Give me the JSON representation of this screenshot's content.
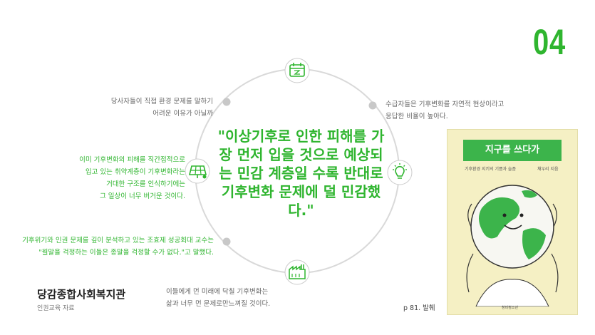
{
  "page_number": "04",
  "quote": "\"이상기후로 인한 피해를 가장 먼저 입을 것으로 예상되는 민감 계층일 수록 반대로 기후변화 문제에 덜 민감했다.\"",
  "notes": {
    "top_left": [
      "당사자들이 직접 환경 문제를 말하기",
      "어려운 이유가 아닐까"
    ],
    "mid_left": [
      "이미 기후변화의 피해를 직간접적으로",
      "입고 있는 취약계층이 기후변화라는",
      "거대한 구조를 인식하기에는",
      "그 일상이 너무 버거운 것이다."
    ],
    "low_left": [
      "기후위기와 인권 문제를 깊이 분석하고 있는 조효제 성공회대 교수는",
      "\"월말을 걱정하는 이들은 종말을 걱정할 수가 없다.\"고 말했다."
    ],
    "bottom": [
      "이들에게 먼 미래에 닥칠 기후변화는",
      "삶과 너무 먼 문제로만느껴질 것이다."
    ],
    "top_right": [
      "수급자들은 기후변화를 자연적 현상이라고",
      "응답한 비율이 높아다."
    ]
  },
  "organization": {
    "name": "당감종합사회복지관",
    "subtitle": "인권교육 자료"
  },
  "page_reference": "p 81. 발췌",
  "book": {
    "title": "지구를 쓰다가",
    "subtitle": "기후환경 지키의 기쁨과 슬픔",
    "author": "채우리 지음",
    "publisher": "창비청소년"
  },
  "icons": [
    "calendar-icon",
    "solar-panel-icon",
    "lightbulb-icon",
    "factory-icon"
  ],
  "colors": {
    "accent": "#2fb52f",
    "circle": "#d9d9d9",
    "node": "#c8c8c8"
  }
}
